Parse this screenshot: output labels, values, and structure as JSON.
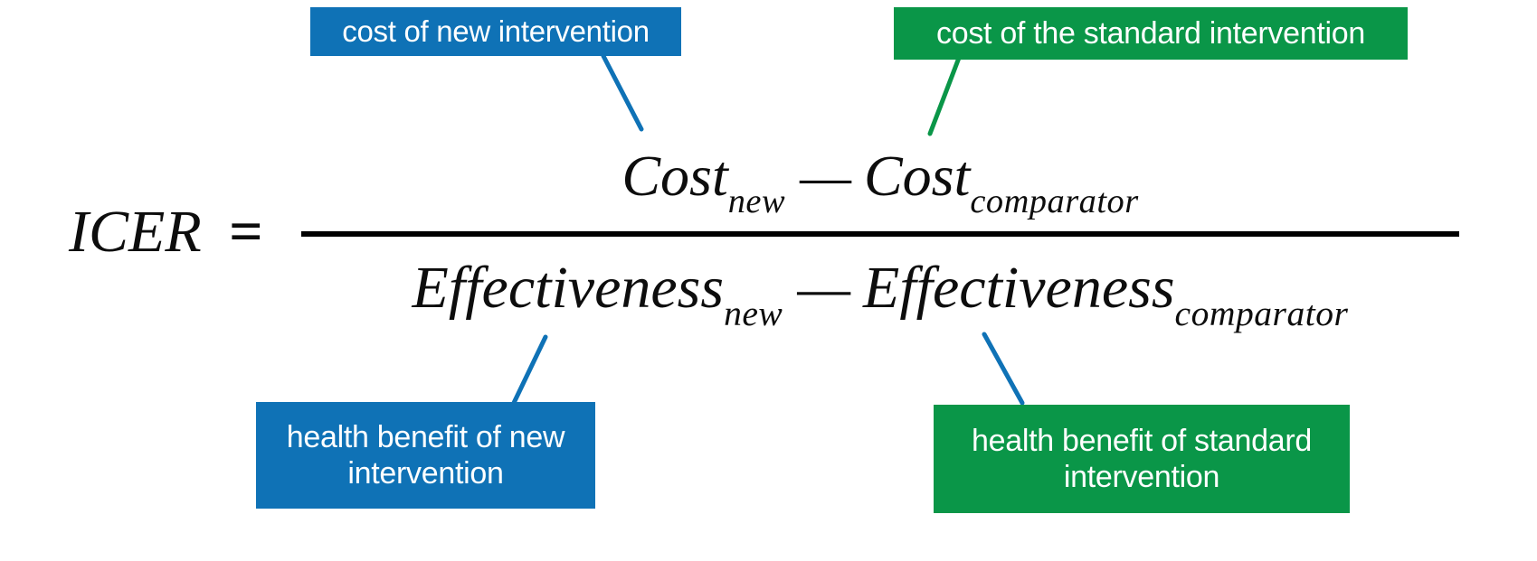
{
  "colors": {
    "blue": "#0f72b6",
    "green": "#0a9648",
    "black": "#000000",
    "white_text": "#ffffff"
  },
  "annotations": {
    "top_left": {
      "text": "cost of new intervention",
      "color": "blue"
    },
    "top_right": {
      "text": "cost of the standard intervention",
      "color": "green"
    },
    "bottom_left": {
      "lines": [
        "health benefit of new",
        "intervention"
      ],
      "color": "blue"
    },
    "bottom_right": {
      "lines": [
        "health benefit of standard",
        "intervention"
      ],
      "color": "green"
    }
  },
  "formula": {
    "lhs": "ICER",
    "equals": "=",
    "numerator": {
      "term1": "Cost",
      "sub1": "new",
      "minus": "—",
      "term2": "Cost",
      "sub2": "comparator"
    },
    "denominator": {
      "term1": "Effectiveness",
      "sub1": "new",
      "minus": "—",
      "term2": "Effectiveness",
      "sub2": "comparator"
    }
  }
}
